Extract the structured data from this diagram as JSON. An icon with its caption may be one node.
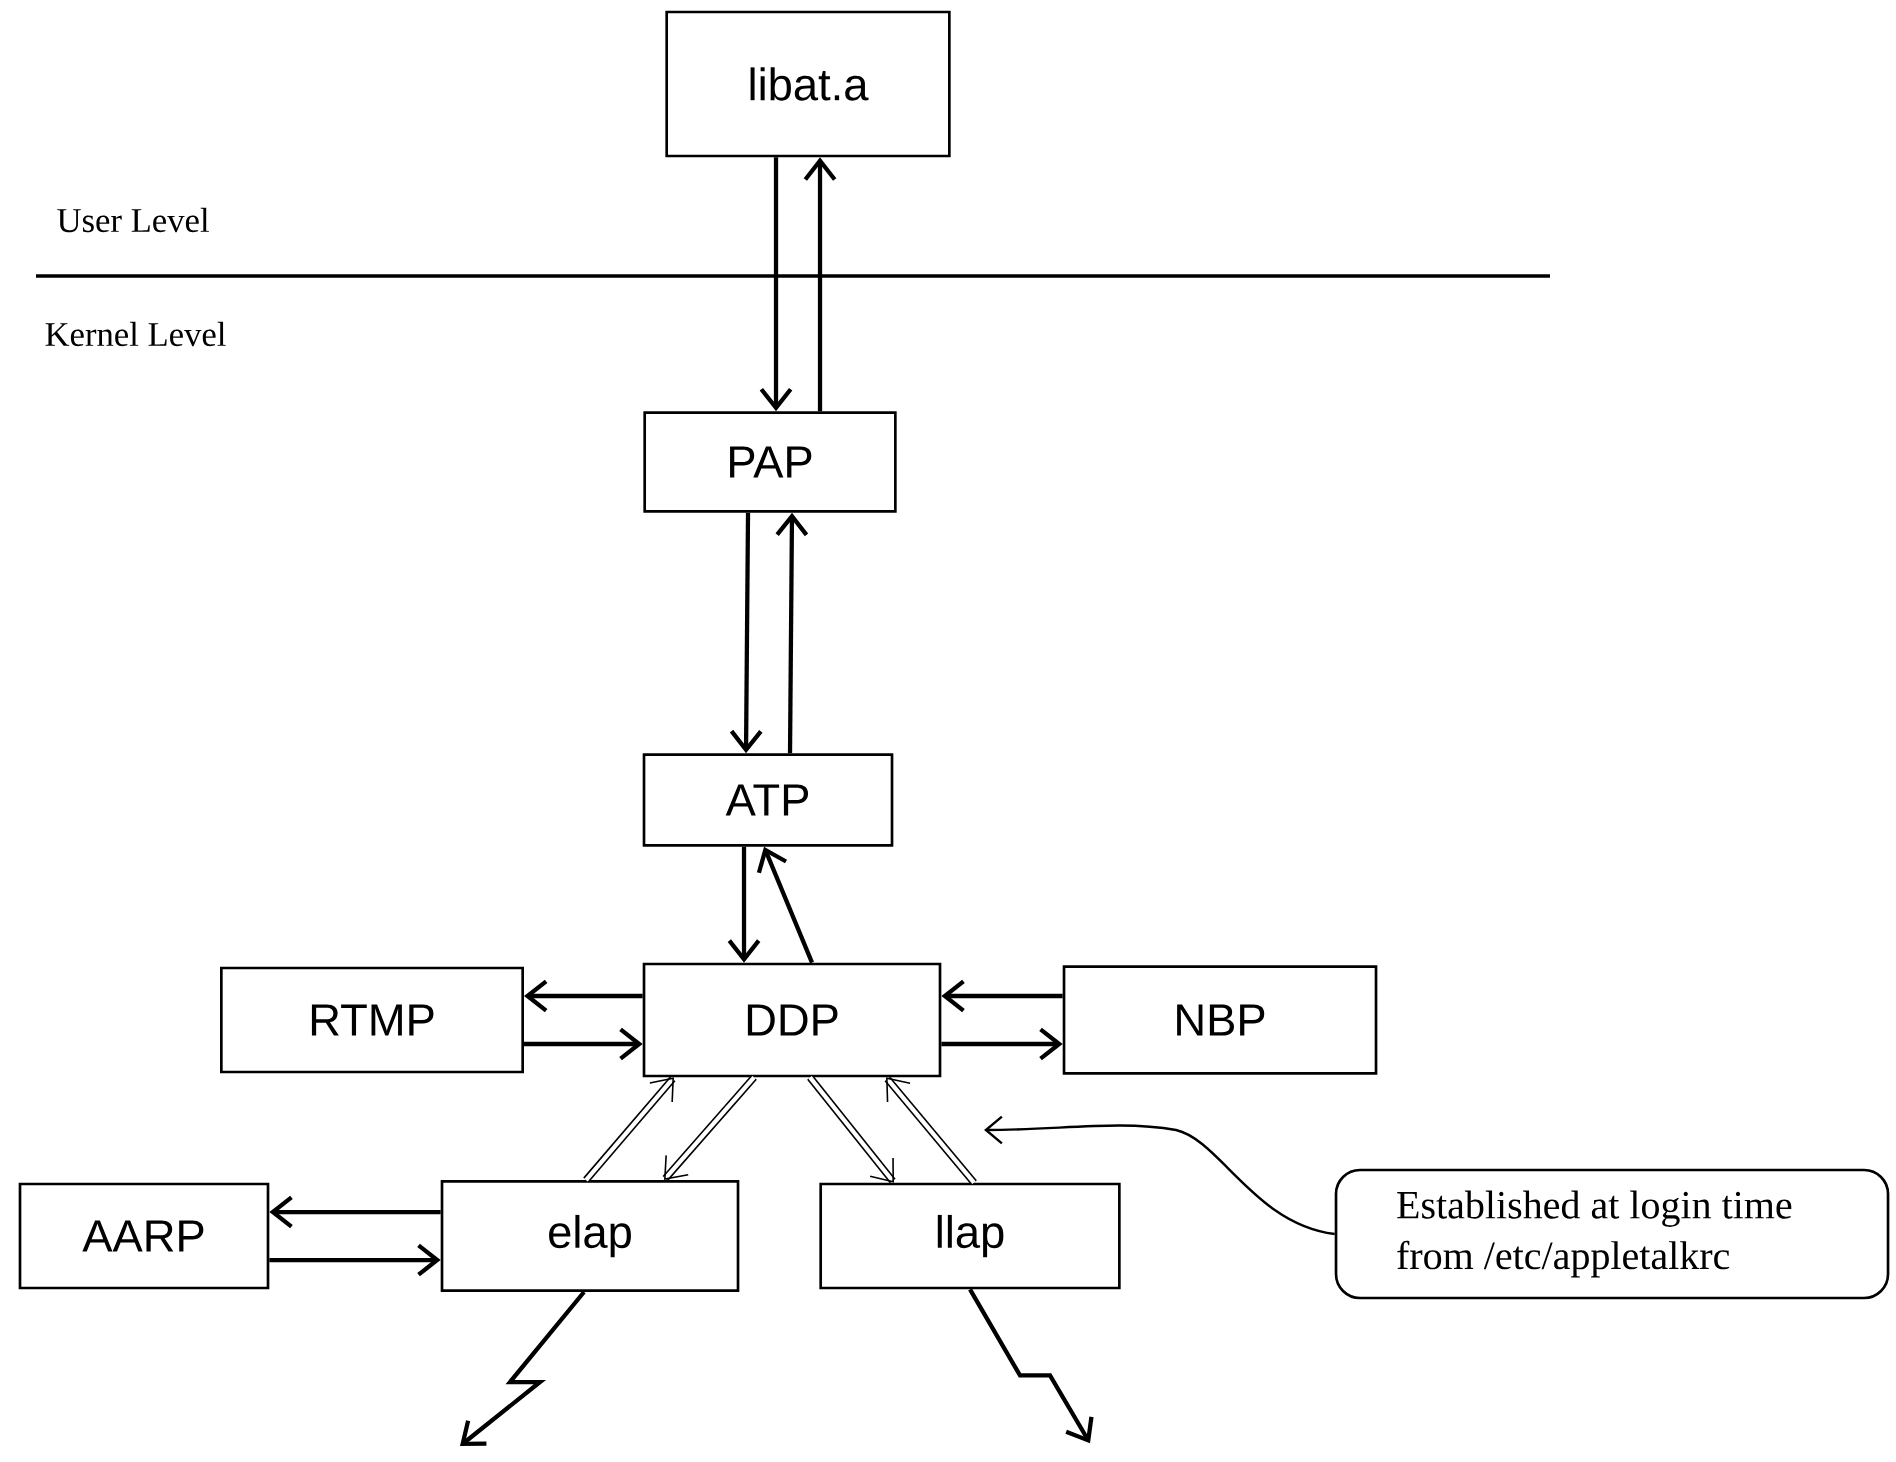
{
  "diagram": {
    "nodes": [
      {
        "text": [
          "libat.a"
        ]
      },
      {
        "text": [
          "PAP"
        ]
      },
      {
        "text": [
          "ATP"
        ]
      },
      {
        "text": [
          "RTMP"
        ]
      },
      {
        "text": [
          "DDP"
        ]
      },
      {
        "text": [
          "NBP"
        ]
      },
      {
        "text": [
          "AARP"
        ]
      },
      {
        "text": [
          "elap"
        ]
      },
      {
        "text": [
          "llap"
        ]
      },
      {
        "text": [
          "Established at login time from /etc/appletalkrc"
        ]
      }
    ],
    "edges": [
      {
        "from": 0,
        "to": 1,
        "arrow": "to"
      },
      {
        "from": 1,
        "to": 0,
        "arrow": "to"
      },
      {
        "from": 1,
        "to": 2,
        "arrow": "to"
      },
      {
        "from": 2,
        "to": 1,
        "arrow": "to"
      },
      {
        "from": 2,
        "to": 4,
        "arrow": "to"
      },
      {
        "from": 4,
        "to": 2,
        "arrow": "to"
      },
      {
        "from": 4,
        "to": 3,
        "arrow": "to"
      },
      {
        "from": 3,
        "to": 4,
        "arrow": "to"
      },
      {
        "from": 5,
        "to": 4,
        "arrow": "to"
      },
      {
        "from": 4,
        "to": 5,
        "arrow": "to"
      },
      {
        "from": 7,
        "to": 6,
        "arrow": "to"
      },
      {
        "from": 6,
        "to": 7,
        "arrow": "to"
      },
      {
        "from": 7,
        "to": 4,
        "arrow": "to"
      },
      {
        "from": 4,
        "to": 7,
        "arrow": "to"
      },
      {
        "from": 4,
        "to": 8,
        "arrow": "to"
      },
      {
        "from": 8,
        "to": 4,
        "arrow": "to"
      },
      {
        "from": 7,
        "to": null,
        "arrow": "to"
      },
      {
        "from": 8,
        "to": null,
        "arrow": "to"
      },
      {
        "from": 9,
        "to": null,
        "arrow": "to"
      }
    ],
    "labels": [
      "User Level",
      "Kernel Level"
    ]
  }
}
